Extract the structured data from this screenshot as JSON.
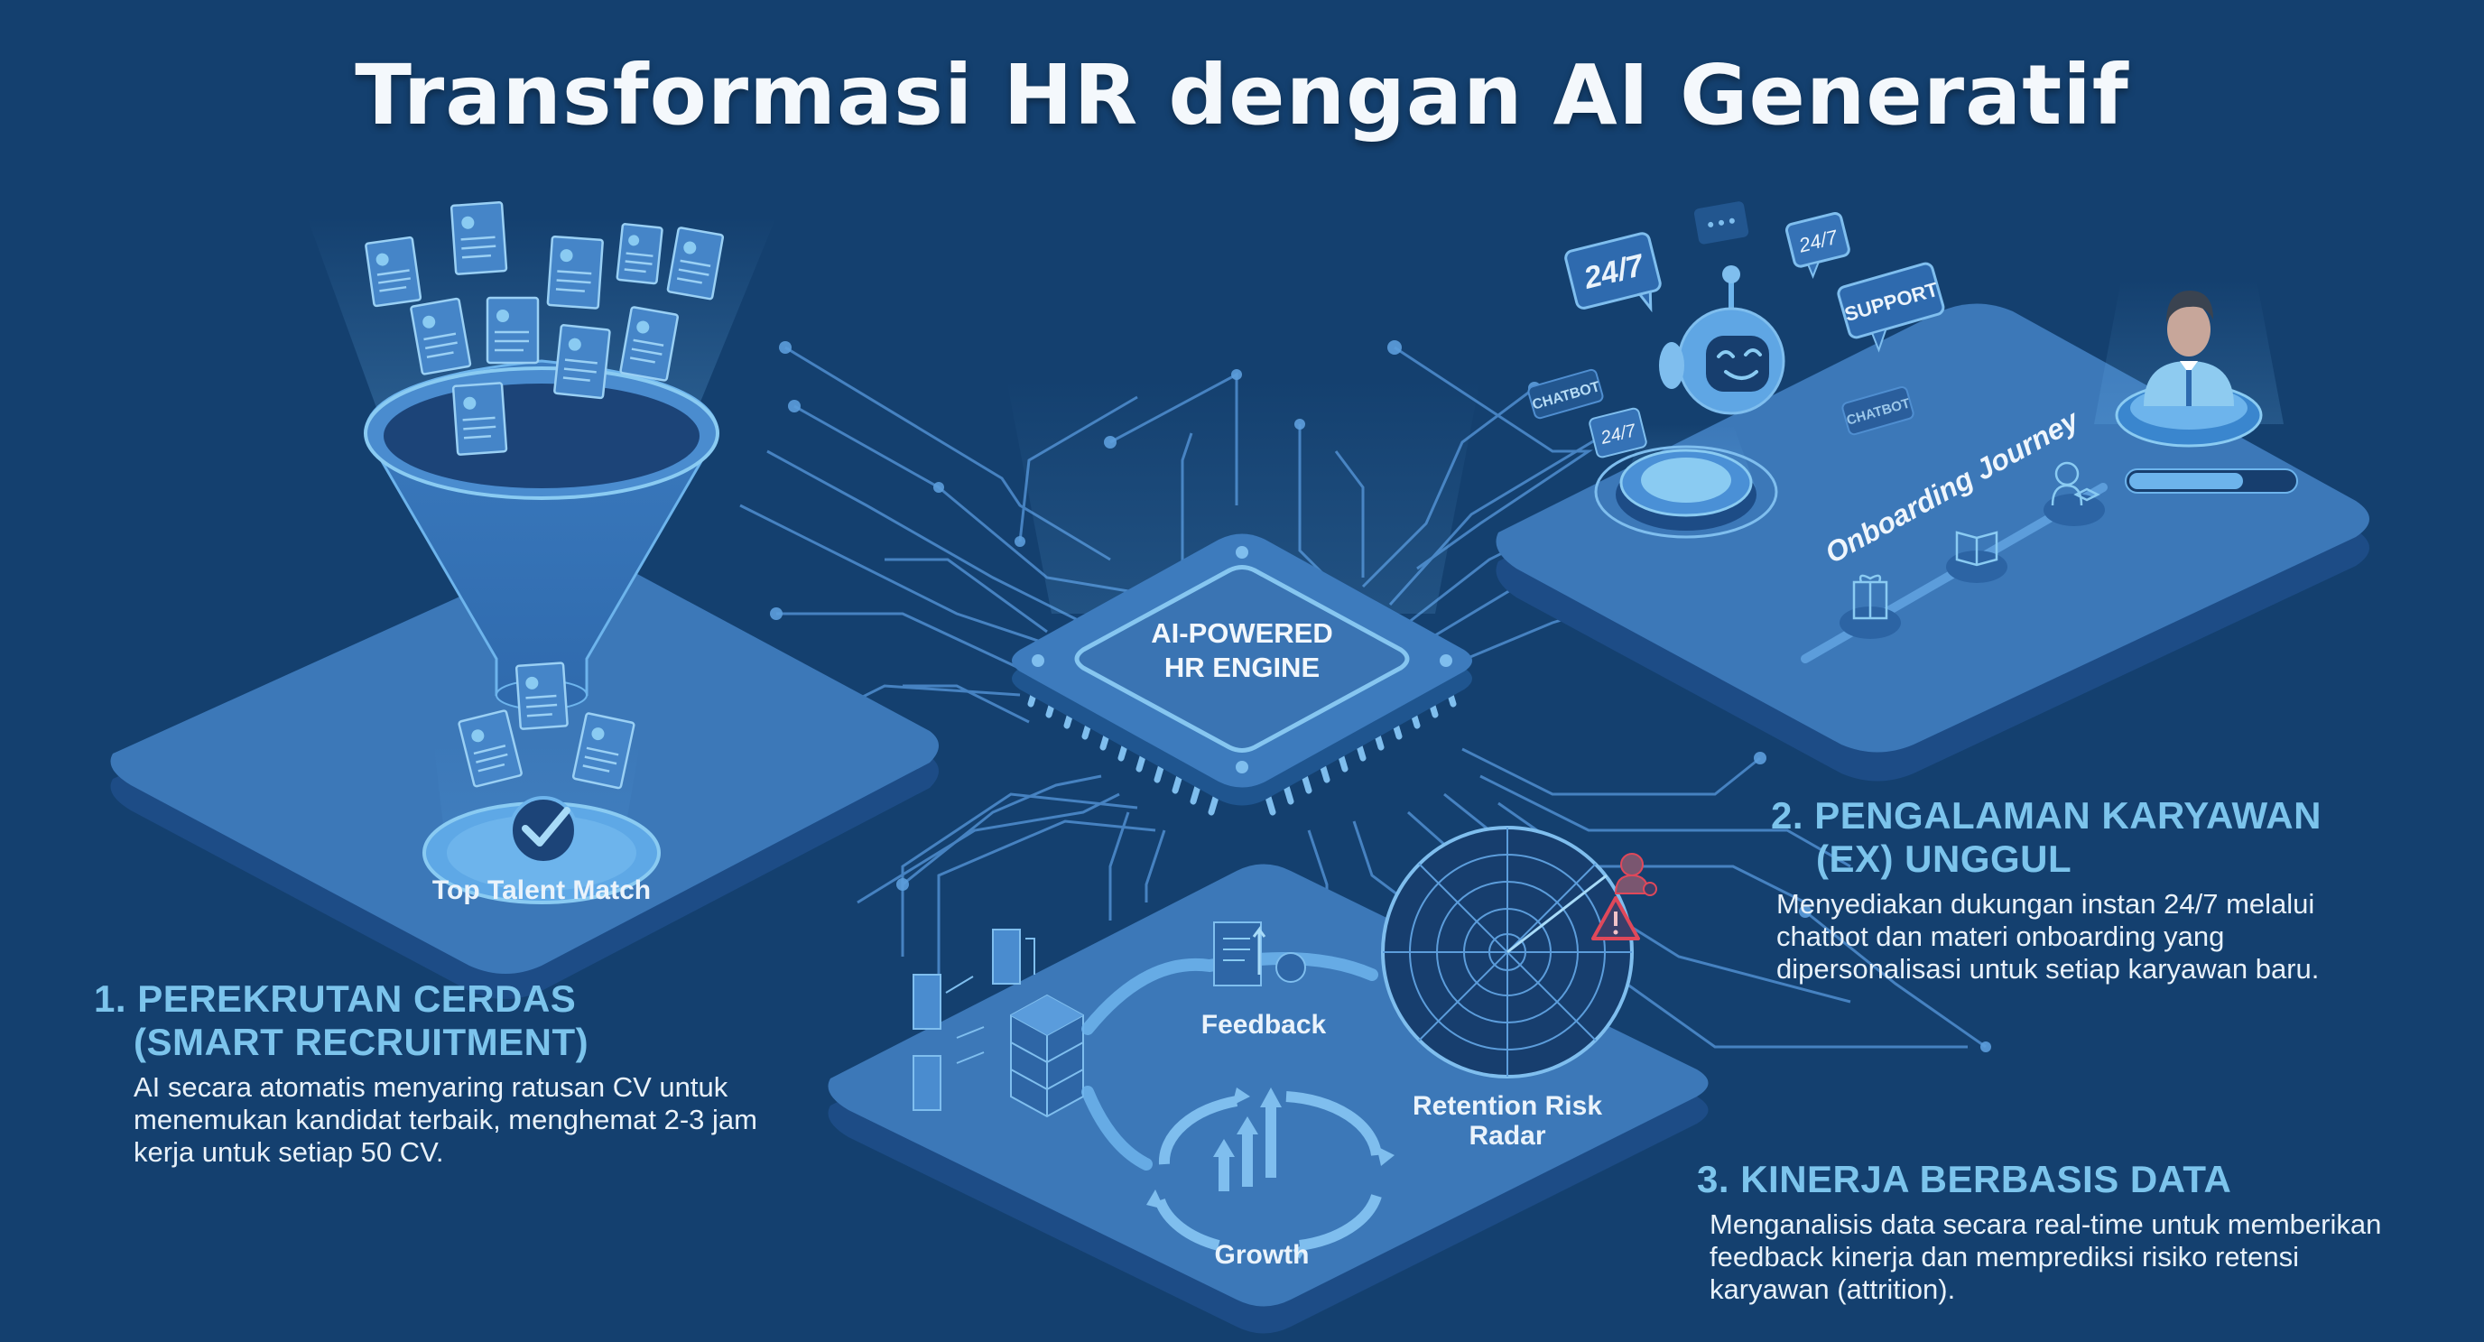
{
  "title": "Transformasi HR dengan AI Generatif",
  "colors": {
    "background": "#14406F",
    "platform_top": "#3C78B8",
    "platform_side": "#1D4C86",
    "accent_light": "#7CC4EC",
    "circuit_line": "#4F8ED0",
    "text_white": "#F4F8FC",
    "alert_red": "#E0485A"
  },
  "center_chip": {
    "line1": "AI-POWERED",
    "line2": "HR ENGINE"
  },
  "recruitment_platform": {
    "label": "Top Talent Match",
    "icons": [
      "funnel-icon",
      "cv-document-icon",
      "checkmark-badge-icon"
    ]
  },
  "experience_platform": {
    "bubbles": [
      "24/7",
      "24/7",
      "24/7",
      "SUPPORT",
      "CHATBOT",
      "CHATBOT",
      "..."
    ],
    "journey_label": "Onboarding Journey",
    "journey_steps": [
      "gift-icon",
      "book-icon",
      "employee-box-icon"
    ],
    "progress_percent": 68
  },
  "performance_platform": {
    "feedback_label": "Feedback",
    "growth_label": "Growth",
    "radar_label_line1": "Retention Risk",
    "radar_label_line2": "Radar"
  },
  "sections": [
    {
      "number": "1.",
      "heading_line1": "PEREKRUTAN CERDAS",
      "heading_line2": "(SMART RECRUITMENT)",
      "body": "AI secara atomatis menyaring ratusan CV untuk menemukan kandidat terbaik, menghemat 2-3 jam kerja untuk setiap 50 CV."
    },
    {
      "number": "2.",
      "heading_line1": "PENGALAMAN KARYAWAN",
      "heading_line2": "(EX) UNGGUL",
      "body": "Menyediakan dukungan instan 24/7 melalui chatbot dan materi onboarding yang dipersonalisasi untuk setiap karyawan baru."
    },
    {
      "number": "3.",
      "heading_line1": "KINERJA BERBASIS DATA",
      "body": "Menganalisis data secara real-time untuk memberikan feedback kinerja dan memprediksi risiko retensi karyawan (attrition)."
    }
  ]
}
